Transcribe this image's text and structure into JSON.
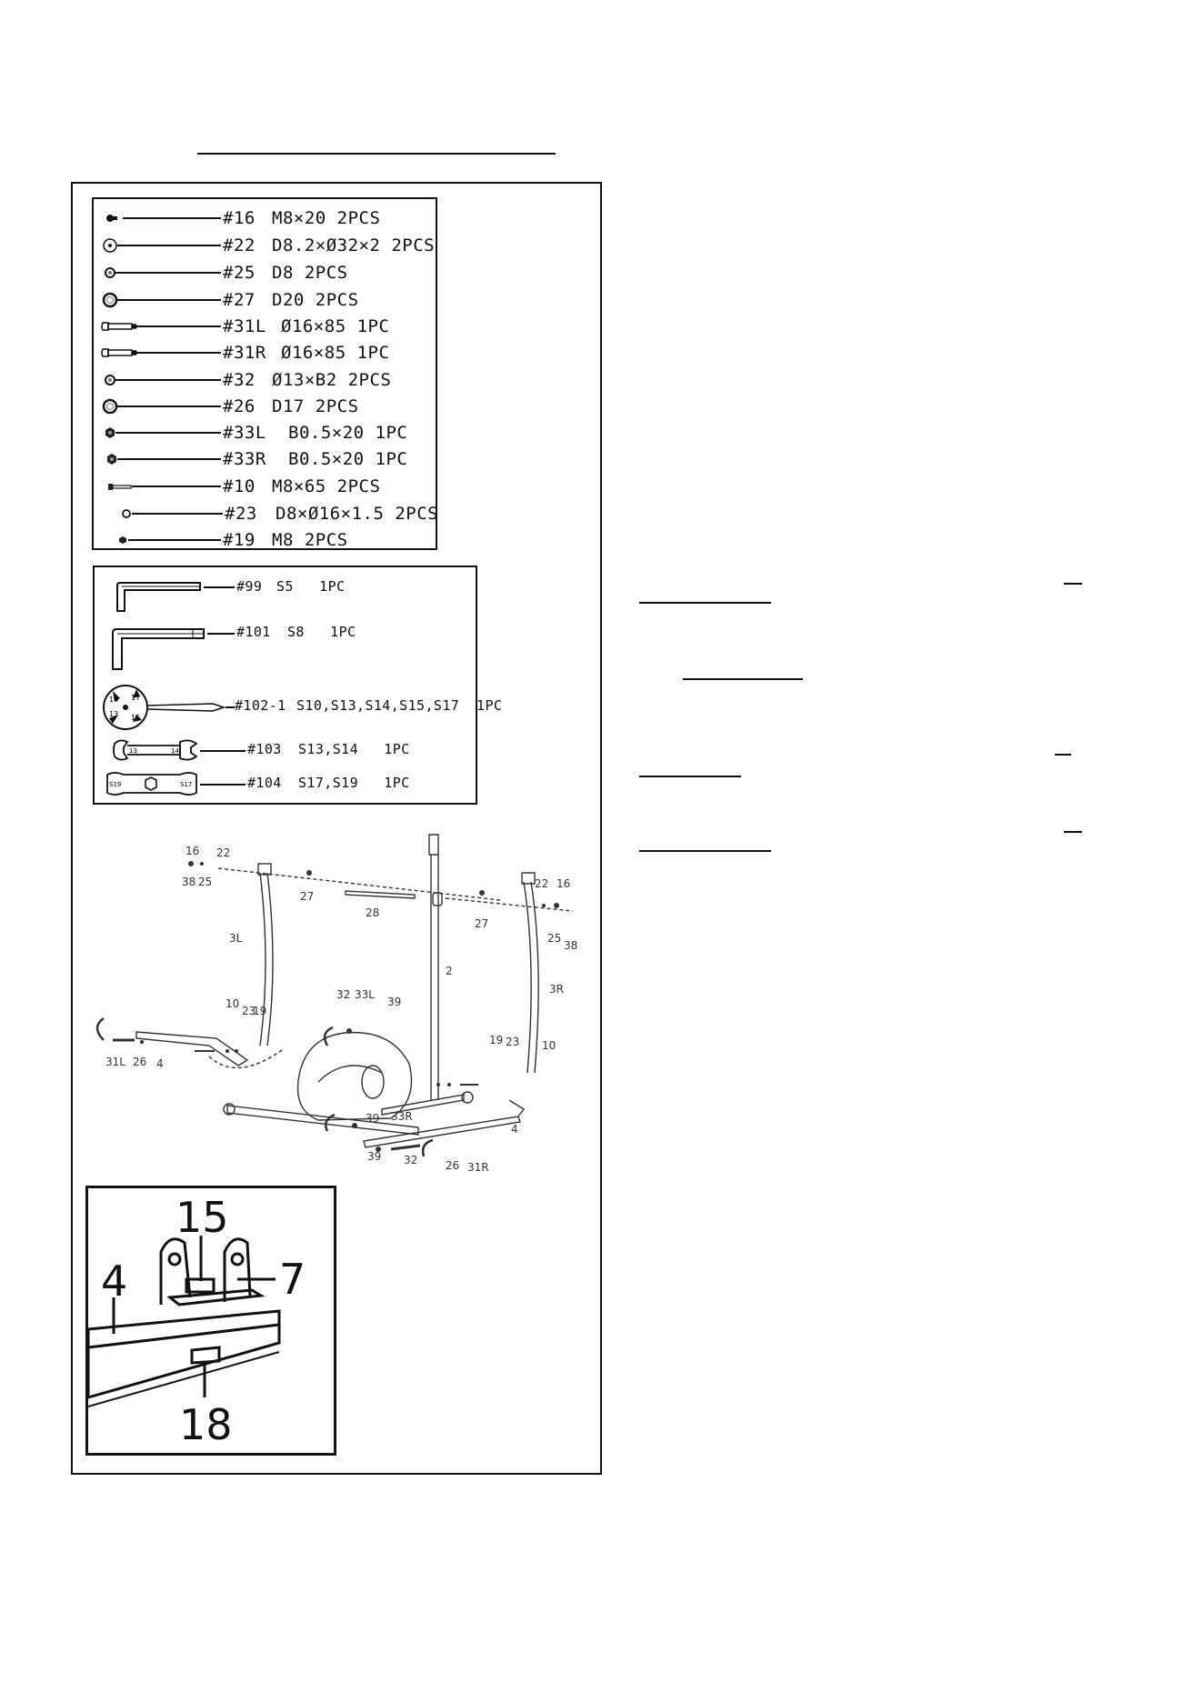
{
  "hardware": [
    {
      "num": "#16",
      "spec": "M8×20 2PCS",
      "icon": "bolt-small-icon"
    },
    {
      "num": "#22",
      "spec": "D8.2×Ø32×2 2PCS",
      "icon": "washer-large-icon"
    },
    {
      "num": "#25",
      "spec": "D8 2PCS",
      "icon": "washer-icon"
    },
    {
      "num": "#27",
      "spec": "D20 2PCS",
      "icon": "washer-ring-icon"
    },
    {
      "num": "#31L",
      "spec": "Ø16×85 1PC",
      "icon": "axle-bolt-icon"
    },
    {
      "num": "#31R",
      "spec": "Ø16×85 1PC",
      "icon": "axle-bolt-icon"
    },
    {
      "num": "#32",
      "spec": "Ø13×B2 2PCS",
      "icon": "washer-icon"
    },
    {
      "num": "#26",
      "spec": "D17 2PCS",
      "icon": "washer-ring-icon"
    },
    {
      "num": "#33L",
      "spec": "B0.5×20 1PC",
      "icon": "nut-icon"
    },
    {
      "num": "#33R",
      "spec": "B0.5×20 1PC",
      "icon": "nut-icon"
    },
    {
      "num": "#10",
      "spec": "M8×65 2PCS",
      "icon": "long-bolt-icon"
    },
    {
      "num": "#23",
      "spec": "D8×Ø16×1.5 2PCS",
      "icon": "washer-small-icon"
    },
    {
      "num": "#19",
      "spec": "M8 2PCS",
      "icon": "nut-small-icon"
    }
  ],
  "tools": [
    {
      "num": "#99",
      "spec": "S5   1PC",
      "icon": "allen-key-icon"
    },
    {
      "num": "#101",
      "spec": "S8   1PC",
      "icon": "allen-key-icon"
    },
    {
      "num": "#102-1",
      "spec": "S10,S13,S14,S15,S17  1PC",
      "icon": "multi-wrench-icon"
    },
    {
      "num": "#103",
      "spec": "S13,S14   1PC",
      "icon": "open-wrench-icon"
    },
    {
      "num": "#104",
      "spec": "S17,S19   1PC",
      "icon": "box-wrench-icon"
    }
  ],
  "multi_wrench_sizes": [
    "14",
    "17",
    "13",
    "15"
  ],
  "open_wrench_sizes": [
    "13",
    "14"
  ],
  "box_wrench_sizes": [
    "S19",
    "S17"
  ],
  "diagram_labels": {
    "l16": "16",
    "l22": "22",
    "l38": "38",
    "l25": "25",
    "l27a": "27",
    "l28": "28",
    "l27b": "27",
    "l22r": "22",
    "l16r": "16",
    "l25r": "25",
    "l38r": "38",
    "l3L": "3L",
    "l2": "2",
    "l3R": "3R",
    "l10": "10",
    "l23": "23",
    "l19": "19",
    "l32": "32",
    "l33L": "33L",
    "l39": "39",
    "l31L": "31L",
    "l26": "26",
    "l4": "4",
    "l19r": "19",
    "l23r": "23",
    "l10r": "10",
    "l39b": "39",
    "l33R": "33R",
    "l39c": "39",
    "l32b": "32",
    "l26b": "26",
    "l31R": "31R",
    "l4r": "4"
  },
  "detail_labels": {
    "a": "15",
    "b": "7",
    "c": "4",
    "d": "18"
  }
}
